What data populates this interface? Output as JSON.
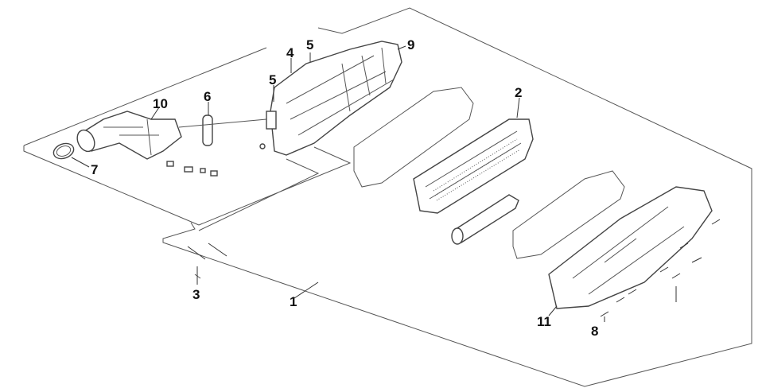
{
  "diagram": {
    "type": "exploded parts diagram",
    "callouts": [
      {
        "id": "c1",
        "label": "1"
      },
      {
        "id": "c2",
        "label": "2"
      },
      {
        "id": "c3",
        "label": "3"
      },
      {
        "id": "c4",
        "label": "4"
      },
      {
        "id": "c5a",
        "label": "5"
      },
      {
        "id": "c5b",
        "label": "5"
      },
      {
        "id": "c6",
        "label": "6"
      },
      {
        "id": "c7",
        "label": "7"
      },
      {
        "id": "c8",
        "label": "8"
      },
      {
        "id": "c9",
        "label": "9"
      },
      {
        "id": "c10",
        "label": "10"
      },
      {
        "id": "c11",
        "label": "11"
      }
    ]
  }
}
